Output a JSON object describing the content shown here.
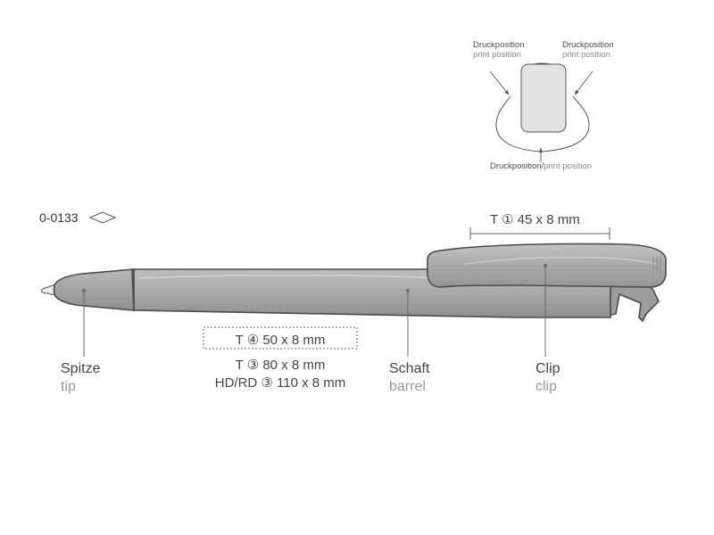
{
  "article_number": "0-0133",
  "cross_section": {
    "left_label_de": "Druckposition",
    "left_label_en": "print position",
    "right_label_de": "Druckposition",
    "right_label_en": "print position",
    "bottom_label_de": "Druckposition",
    "bottom_label_sep": "/",
    "bottom_label_en": "print position"
  },
  "print_areas": {
    "clip": "T ① 45 x 8 mm",
    "barrel_dashed": "T ④ 50 x 8 mm",
    "barrel_t3": "T ③ 80 x 8 mm",
    "barrel_hdrd": "HD/RD ③ 110 x 8 mm"
  },
  "parts": {
    "tip_de": "Spitze",
    "tip_en": "tip",
    "barrel_de": "Schaft",
    "barrel_en": "barrel",
    "clip_de": "Clip",
    "clip_en": "clip"
  },
  "colors": {
    "pen_body": "#a6a6a6",
    "pen_outline": "#4a4a4a",
    "leader_line": "#6a6a6a"
  }
}
